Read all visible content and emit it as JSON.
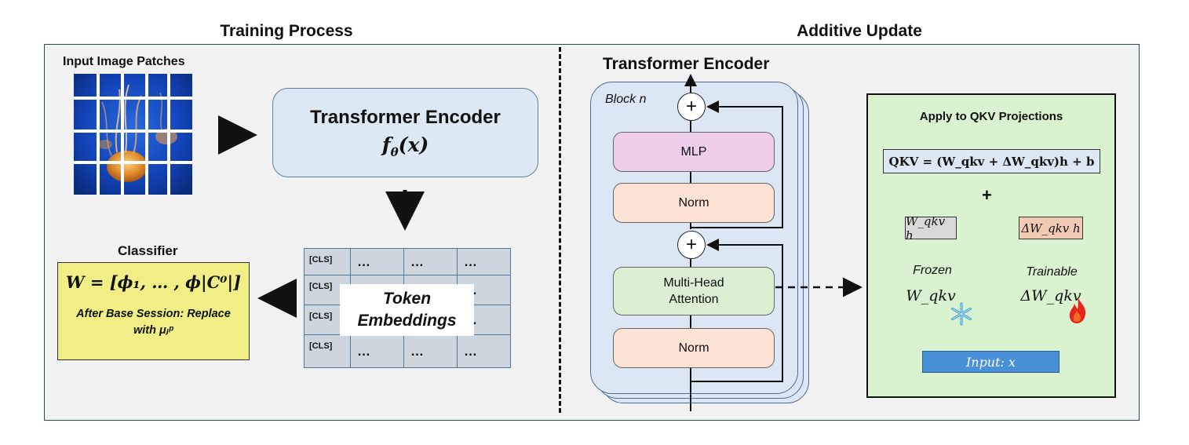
{
  "titles": {
    "left": "Training Process",
    "right": "Additive Update"
  },
  "left": {
    "input_label": "Input Image Patches",
    "encoder_title": "Transformer Encoder",
    "encoder_fn": "f",
    "encoder_fn_sub": "θ",
    "encoder_fn_arg": "(x)",
    "classifier_label": "Classifier",
    "classifier_eq": "W = [ϕ₁, … , ϕ|C⁰|]",
    "classifier_note_line1": "After Base Session: Replace",
    "classifier_note_line2": "with μⱼᵖ",
    "token_cls": "[CLS]",
    "token_dots": "…",
    "token_label_line1": "Token",
    "token_label_line2": "Embeddings"
  },
  "right": {
    "encoder_title": "Transformer Encoder",
    "block_label": "Block n",
    "mlp": "MLP",
    "norm": "Norm",
    "mha_line1": "Multi-Head",
    "mha_line2": "Attention",
    "plus": "+",
    "panel_title": "Apply to QKV Projections",
    "qkv_eq": "QKV = (W_qkv + ΔW_qkv)h + b",
    "frozen_out": "W_qkv h",
    "trainable_out": "ΔW_qkv h",
    "frozen_label": "Frozen",
    "frozen_w": "W_qkv",
    "trainable_label": "Trainable",
    "trainable_w": "ΔW_qkv",
    "input": "Input: x"
  },
  "colors": {
    "frame_bg": "#f2f2f2",
    "encoder_blue": "#dce8f4",
    "classifier_yellow": "#f1ee86",
    "mlp_pink": "#edcdea",
    "norm_peach": "#fbe2d4",
    "mha_green": "#dbf0d3",
    "panel_green": "#d9f2d0",
    "frozen_gray": "#c9c9c9",
    "trainable_salmon": "#e2b19c",
    "input_blue": "#4a90d8"
  },
  "icons": [
    "snowflake-icon",
    "fire-icon",
    "jellyfish-image"
  ]
}
